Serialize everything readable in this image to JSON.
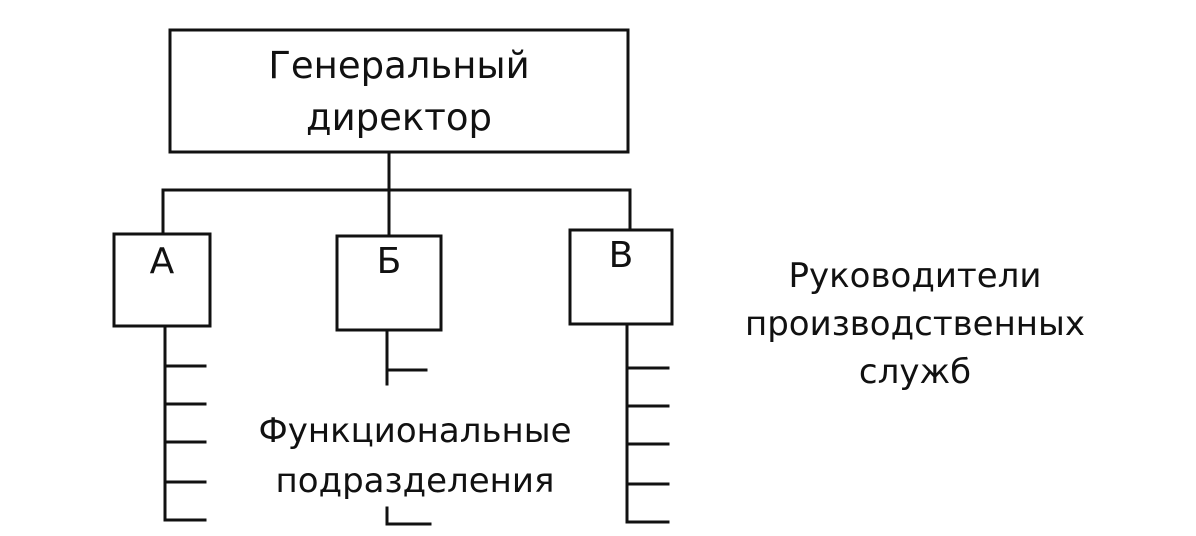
{
  "top_box": {
    "line1": "Генеральный",
    "line2": "директор"
  },
  "boxes": [
    {
      "label": "А"
    },
    {
      "label": "Б"
    },
    {
      "label": "В"
    }
  ],
  "side_note": {
    "line1": "Руководители",
    "line2": "производственных",
    "line3": "служб"
  },
  "functional_note": {
    "line1": "Функциональные",
    "line2": "подразделения"
  },
  "colors": {
    "ink": "#111111",
    "background": "#ffffff"
  }
}
